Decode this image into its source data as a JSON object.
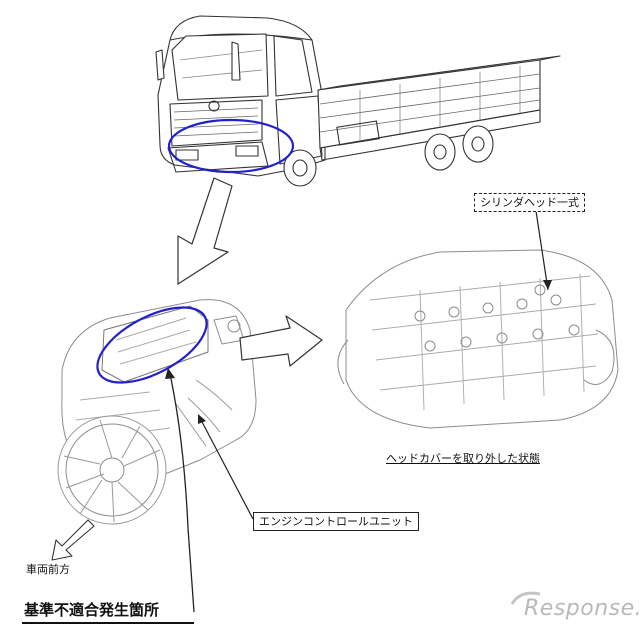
{
  "labels": {
    "cylinder_head": "シリンダヘッド一式",
    "head_cover_removed": "ヘッドカバーを取り外した状態",
    "engine_control_unit": "エンジンコントロールユニット",
    "vehicle_front": "車両前方",
    "nonconformity_location": "基準不適合発生箇所"
  },
  "watermark": {
    "text": "Response."
  },
  "colors": {
    "highlight": "#2222cc",
    "line": "#333333",
    "sketch": "#8c8c8c"
  }
}
